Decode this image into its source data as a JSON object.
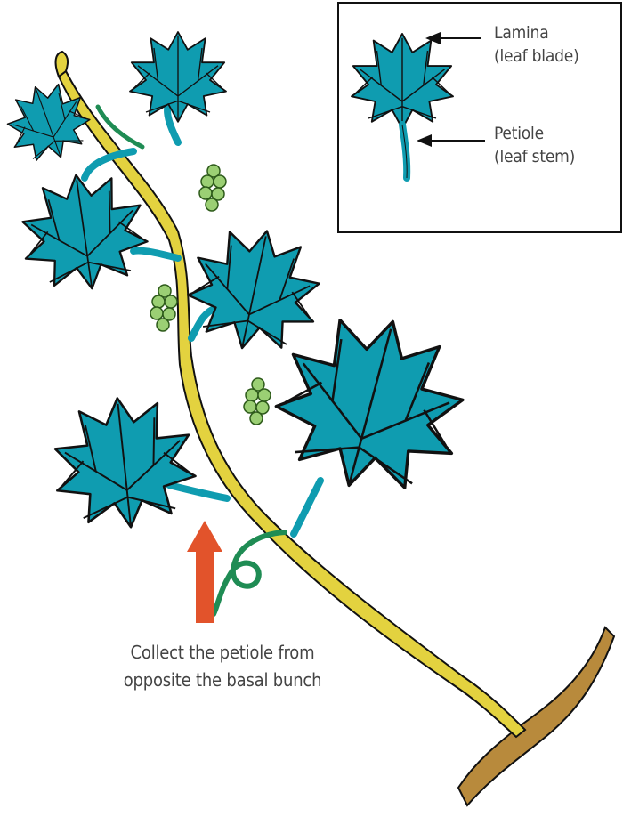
{
  "inset": {
    "lamina_line1": "Lamina",
    "lamina_line2": "(leaf blade)",
    "petiole_line1": "Petiole",
    "petiole_line2": "(leaf stem)"
  },
  "caption": {
    "line1": "Collect the petiole from",
    "line2": "opposite the basal bunch"
  },
  "colors": {
    "leaf": "#0f9cb0",
    "shoot": "#e3d23f",
    "cane": "#b88a3c",
    "bunch": "#9bcf74",
    "tendril": "#1f8c54",
    "arrow": "#e2532b",
    "outline": "#111111"
  }
}
